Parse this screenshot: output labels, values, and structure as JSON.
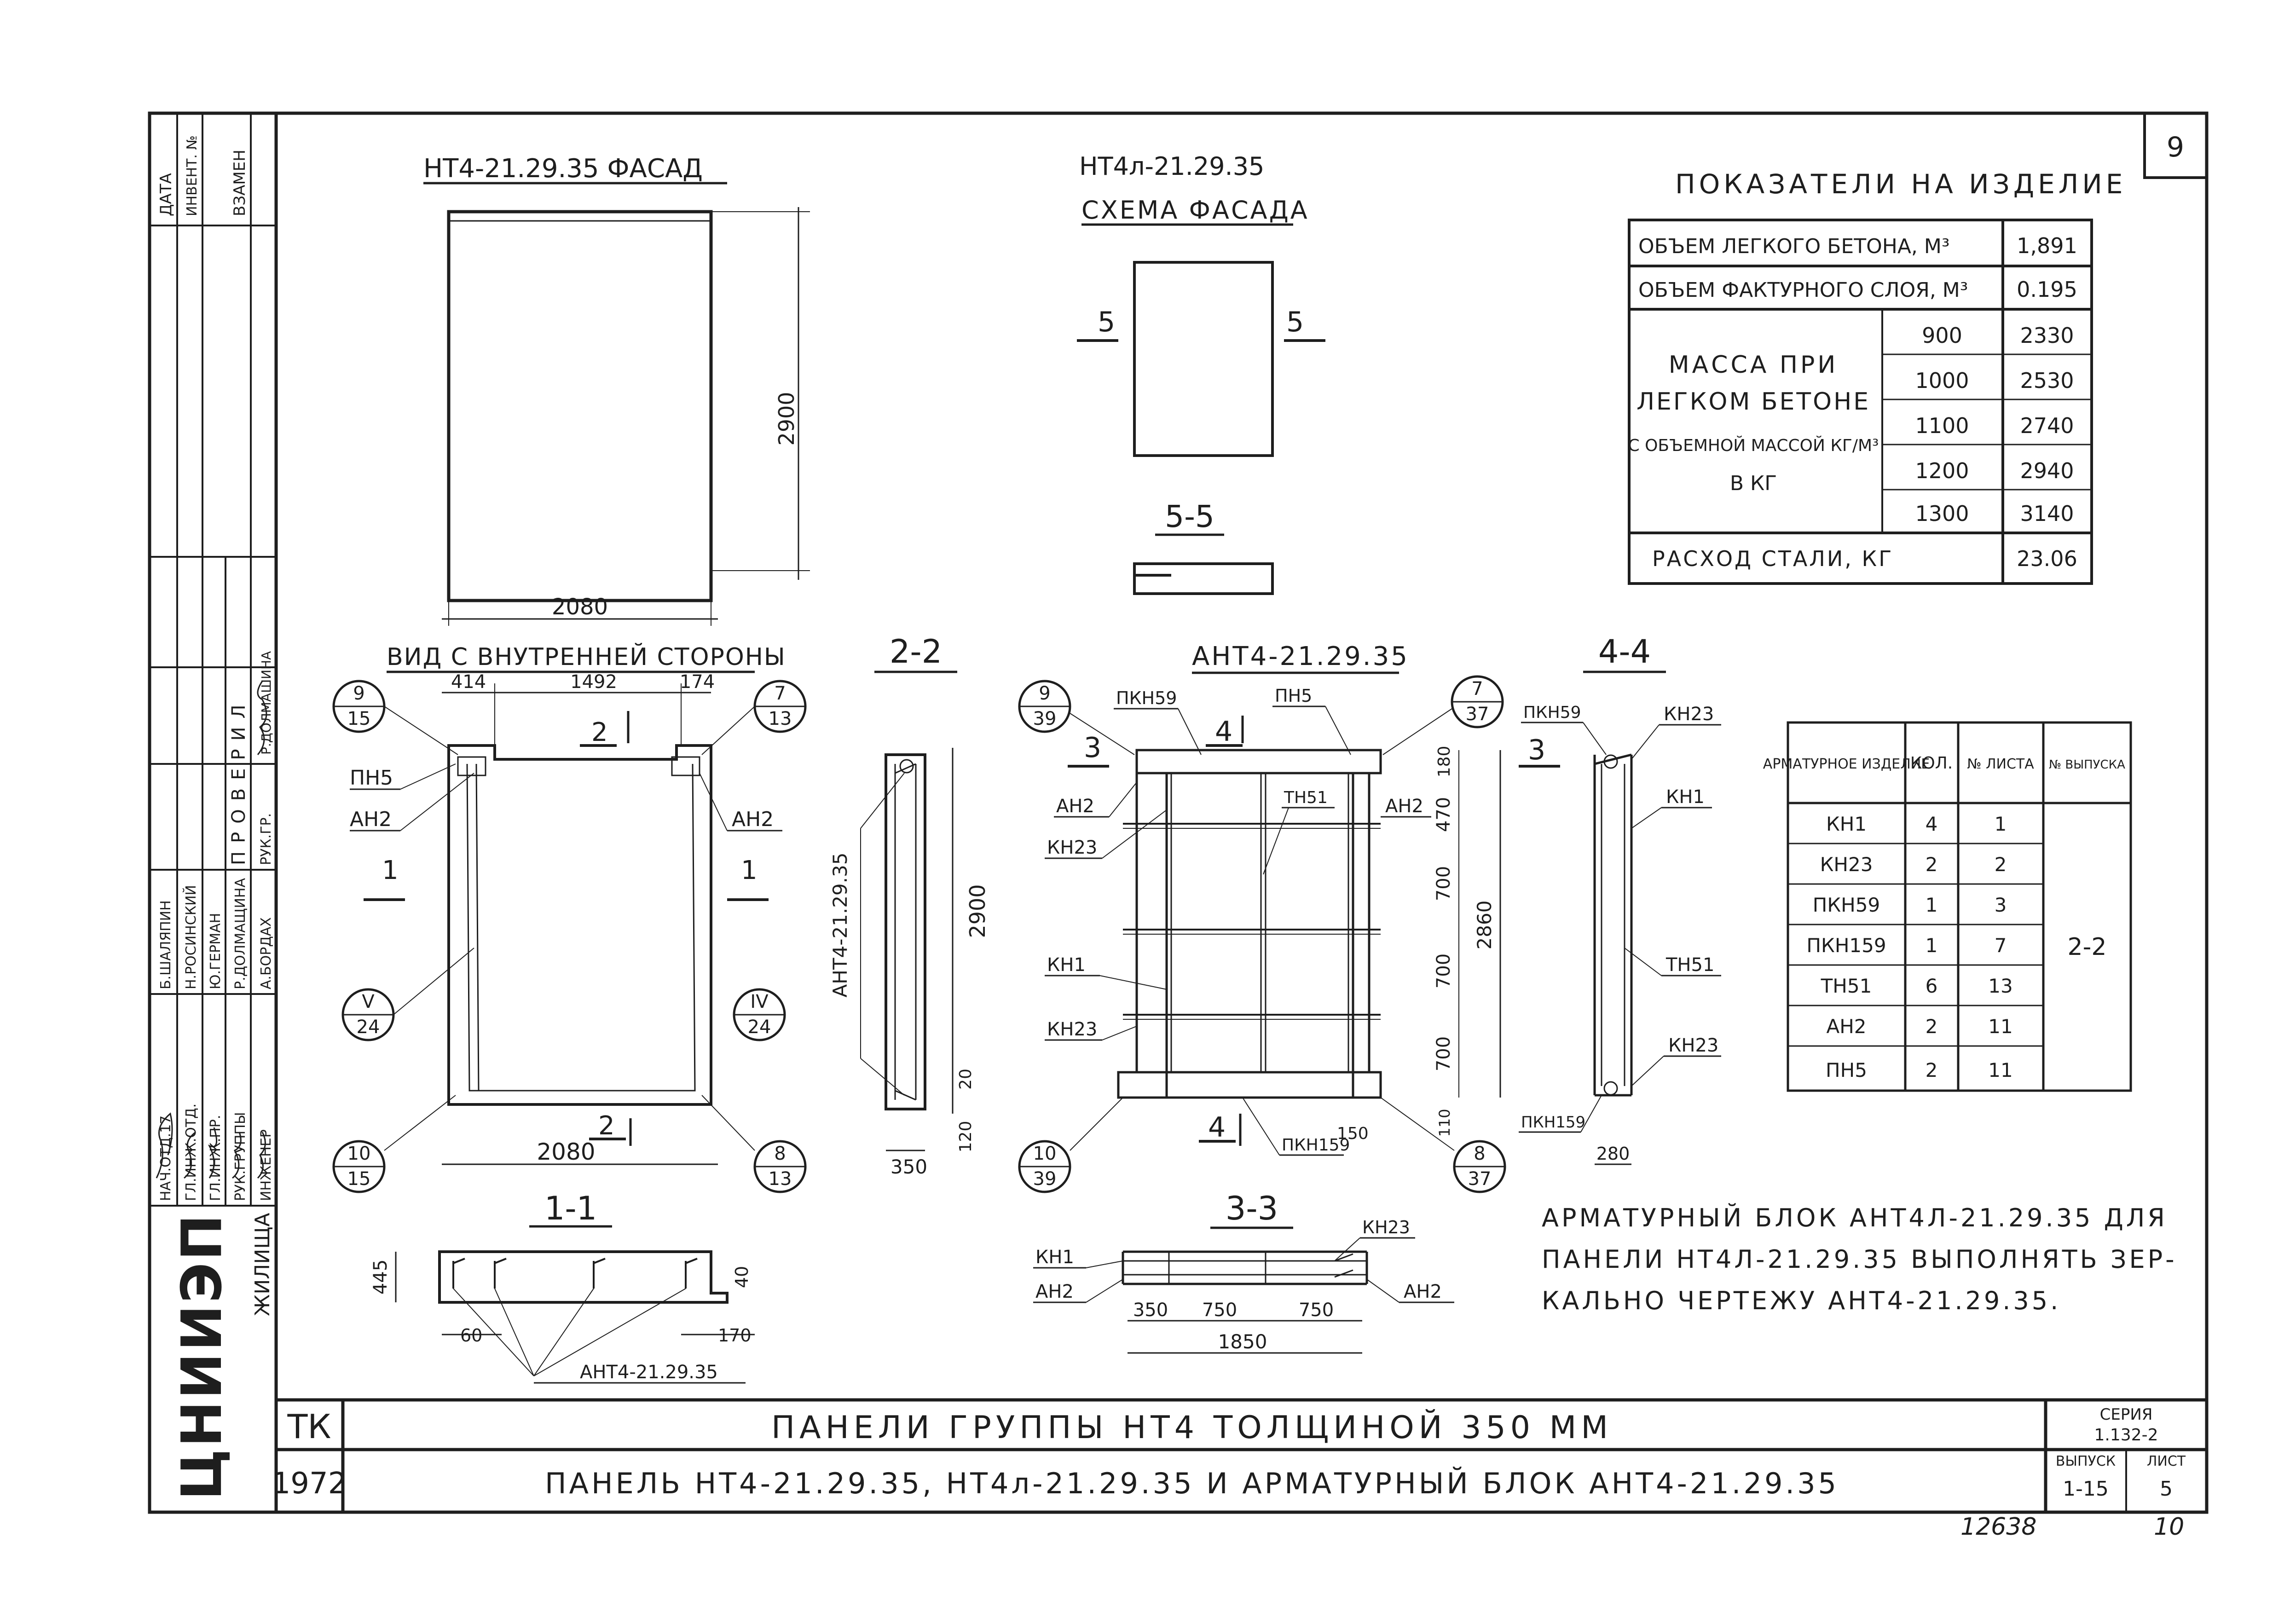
{
  "sheet_number": "9",
  "left_stamp": {
    "header": [
      "ДАТА",
      "ИНВЕНТ. №",
      "ВЗАМЕН"
    ],
    "roles": [
      "НАЧ.ОТД.17",
      "ГЛ.ИНЖ.ОТД.",
      "ГЛ.ИНЖ.ПР.",
      "РУК.ГРУППЫ",
      "ИНЖЕНЕР"
    ],
    "names": [
      "Б.ШАЛЯПИН",
      "Н.РОСИНСКИЙ",
      "Ю.ГЕРМАН",
      "Р.ДОЛМАЩИНА",
      "А.БОРДАХ"
    ],
    "checked_label": "ПРОВЕРИЛ",
    "checked_role": "РУК.ГР.",
    "checked_name": "Р.ДОЛМАШИНА",
    "org": "ЦНИИЭП",
    "org_suffix": "ЖИЛИЩА"
  },
  "title_block": {
    "tk": "ТК",
    "year": "1972",
    "line1": "ПАНЕЛИ ГРУППЫ НТ4 ТОЛЩИНОЙ 350 ММ",
    "line2": "ПАНЕЛЬ НТ4-21.29.35, НТ4л-21.29.35 И АРМАТУРНЫЙ БЛОК АНТ4-21.29.35",
    "series_label": "СЕРИЯ",
    "series_value": "1.132-2",
    "issue_label": "ВЫПУСК",
    "issue_value": "1-15",
    "sheet_label": "ЛИСТ",
    "sheet_value": "5",
    "archive_no": "12638",
    "archive_no2": "10"
  },
  "facade": {
    "title": "НТ4-21.29.35 ФАСАД",
    "height": "2900",
    "width": "2080"
  },
  "scheme": {
    "title1": "НТ4л-21.29.35",
    "title2": "СХЕМА ФАСАДА",
    "cut": "5",
    "section_title": "5-5"
  },
  "inner_view": {
    "title": "ВИД С ВНУТРЕННЕЙ СТОРОНЫ",
    "dims": [
      "414",
      "1492",
      "174"
    ],
    "width": "2080",
    "labels": [
      "ПН5",
      "АН2",
      "АН2"
    ],
    "cut_1": "1",
    "cut_2": "2",
    "callouts": [
      {
        "num": "9",
        "den": "15"
      },
      {
        "num": "7",
        "den": "13"
      },
      {
        "num": "V",
        "den": "24"
      },
      {
        "num": "IV",
        "den": "24"
      },
      {
        "num": "10",
        "den": "15"
      },
      {
        "num": "8",
        "den": "13"
      }
    ]
  },
  "section_11": {
    "title": "1-1",
    "height": "445",
    "dims": [
      "40",
      "60",
      "170"
    ],
    "label": "АНТ4-21.29.35"
  },
  "section_22": {
    "title": "2-2",
    "height": "2900",
    "dims": [
      "20",
      "120",
      "350"
    ],
    "label": "АНТ4-21.29.35"
  },
  "frame": {
    "title": "АНТ4-21.29.35",
    "labels": [
      "ПКН59",
      "ПН5",
      "ТН51",
      "АН2",
      "АН2",
      "КН23",
      "КН1",
      "КН23",
      "ПКН159"
    ],
    "dims_v": [
      "180",
      "470",
      "700",
      "700",
      "700",
      "110"
    ],
    "total_h": "2860",
    "dim_150": "150",
    "cut_3": "3",
    "cut_4": "4",
    "callouts": [
      {
        "num": "9",
        "den": "39"
      },
      {
        "num": "7",
        "den": "37"
      },
      {
        "num": "10",
        "den": "39"
      },
      {
        "num": "8",
        "den": "37"
      }
    ]
  },
  "section_44": {
    "title": "4-4",
    "labels": [
      "ПКН59",
      "КН23",
      "КН1",
      "ТН51",
      "КН23",
      "ПКН159"
    ],
    "width": "280"
  },
  "section_33": {
    "title": "3-3",
    "labels": [
      "КН23",
      "КН1",
      "АН2",
      "АН2"
    ],
    "dims": [
      "350",
      "750",
      "750"
    ],
    "total": "1850"
  },
  "indicators": {
    "title": "ПОКАЗАТЕЛИ НА ИЗДЕЛИЕ",
    "rows": [
      {
        "label": "ОБЪЕМ ЛЕГКОГО БЕТОНА, М³",
        "value": "1,891"
      },
      {
        "label": "ОБЪЕМ ФАКТУРНОГО СЛОЯ, М³",
        "value": "0.195"
      }
    ],
    "mass_label": [
      "МАССА ПРИ",
      "ЛЕГКОМ БЕТОНЕ",
      "С ОБЪЕМНОЙ МАССОЙ КГ/М³",
      "В КГ"
    ],
    "mass_rows": [
      {
        "density": "900",
        "mass": "2330"
      },
      {
        "density": "1000",
        "mass": "2530"
      },
      {
        "density": "1100",
        "mass": "2740"
      },
      {
        "density": "1200",
        "mass": "2940"
      },
      {
        "density": "1300",
        "mass": "3140"
      }
    ],
    "steel_label": "РАСХОД СТАЛИ, КГ",
    "steel_value": "23.06"
  },
  "armature_table": {
    "headers": [
      "АРМАТУРНОЕ ИЗДЕЛИЕ",
      "КОЛ.",
      "№ ЛИСТА",
      "№ ВЫПУСКА"
    ],
    "rows": [
      {
        "item": "КН1",
        "qty": "4",
        "sheet": "1"
      },
      {
        "item": "КН23",
        "qty": "2",
        "sheet": "2"
      },
      {
        "item": "ПКН59",
        "qty": "1",
        "sheet": "3"
      },
      {
        "item": "ПКН159",
        "qty": "1",
        "sheet": "7"
      },
      {
        "item": "ТН51",
        "qty": "6",
        "sheet": "13"
      },
      {
        "item": "АН2",
        "qty": "2",
        "sheet": "11"
      },
      {
        "item": "ПН5",
        "qty": "2",
        "sheet": "11"
      }
    ],
    "issue": "2-2"
  },
  "note": [
    "АРМАТУРНЫЙ БЛОК АНТ4Л-21.29.35 ДЛЯ",
    "ПАНЕЛИ НТ4Л-21.29.35 ВЫПОЛНЯТЬ ЗЕР-",
    "КАЛЬНО ЧЕРТЕЖУ АНТ4-21.29.35."
  ]
}
